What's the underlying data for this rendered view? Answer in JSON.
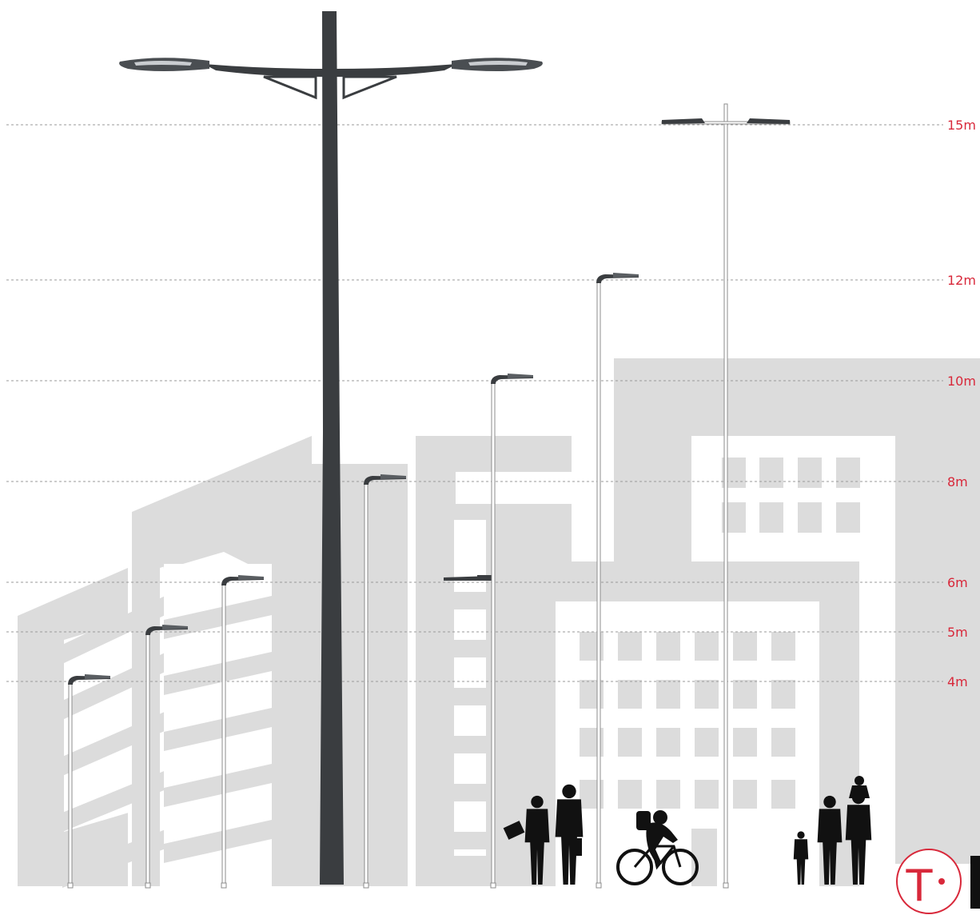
{
  "colors": {
    "building": "#dcdcdc",
    "accent": "#d8283a",
    "guide_line": "#9a9a9a",
    "pole_dark": "#3a3d40",
    "pole_outline": "#8c8c8c",
    "silhouette": "#111111"
  },
  "height_scale": {
    "unit": "m",
    "levels": [
      {
        "value": 15,
        "label": "15m"
      },
      {
        "value": 12,
        "label": "12m"
      },
      {
        "value": 10,
        "label": "10m"
      },
      {
        "value": 8,
        "label": "8m"
      },
      {
        "value": 6,
        "label": "6m"
      },
      {
        "value": 5,
        "label": "5m"
      },
      {
        "value": 4,
        "label": "4m"
      }
    ]
  },
  "poles": [
    {
      "name": "pole-4m",
      "height": 4,
      "style": "single-arm"
    },
    {
      "name": "pole-5m",
      "height": 5,
      "style": "single-arm"
    },
    {
      "name": "pole-6m",
      "height": 6,
      "style": "single-arm"
    },
    {
      "name": "pole-8m",
      "height": 8,
      "style": "single-arm"
    },
    {
      "name": "pole-6m-mid",
      "height": 6,
      "style": "double-head"
    },
    {
      "name": "pole-10m",
      "height": 10,
      "style": "single-arm"
    },
    {
      "name": "pole-12m",
      "height": 12,
      "style": "single-arm"
    },
    {
      "name": "pole-15m",
      "height": 15,
      "style": "twin-arm"
    }
  ],
  "figures": [
    "pedestrians-pair",
    "cyclist",
    "family"
  ],
  "logo": {
    "letter": "T",
    "icon": "brand-logo-icon"
  }
}
